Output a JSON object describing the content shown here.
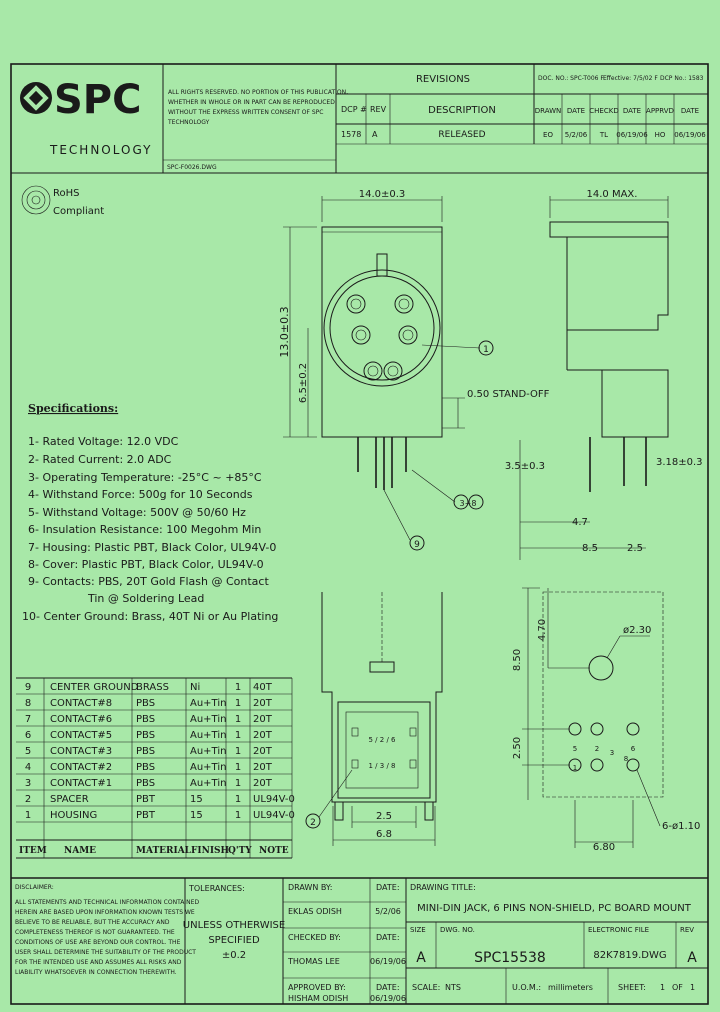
{
  "logo": {
    "brand": "SPC",
    "sub": "TECHNOLOGY"
  },
  "notice": [
    "ALL RIGHTS RESERVED. NO PORTION OF THIS PUBLICATION,",
    "WHETHER IN WHOLE OR IN PART CAN BE REPRODUCED",
    "WITHOUT THE EXPRESS WRITTEN CONSENT OF SPC",
    "TECHNOLOGY"
  ],
  "form_no": "SPC-F0026.DWG",
  "doc_meta": [
    "DOC. NO.: SPC-T006  F",
    "Effective: 7/5/02  F",
    "DCP No.: 1583"
  ],
  "revisions": {
    "title": "REVISIONS",
    "headers": [
      "DCP #",
      "REV",
      "DESCRIPTION",
      "DRAWN",
      "DATE",
      "CHECKD",
      "DATE",
      "APPRVD",
      "DATE"
    ],
    "row": [
      "1578",
      "A",
      "RELEASED",
      "EO",
      "5/2/06",
      "TL",
      "06/19/06",
      "HO",
      "06/19/06"
    ]
  },
  "rohs": {
    "line1": "RoHS",
    "line2": "Compliant"
  },
  "specs": {
    "title": "Specifications:",
    "items": [
      "1- Rated Voltage: 12.0 VDC",
      "2- Rated Current: 2.0 ADC",
      "3- Operating Temperature: -25°C ~ +85°C",
      "4- Withstand Force: 500g for 10 Seconds",
      "5- Withstand Voltage: 500V @ 50/60 Hz",
      "6- Insulation Resistance: 100 Megohm Min",
      "7- Housing: Plastic PBT, Black Color, UL94V-0",
      "8- Cover: Plastic PBT, Black Color, UL94V-0",
      "9- Contacts: PBS, 20T Gold Flash @ Contact",
      "Tin @ Soldering Lead",
      "10- Center Ground: Brass, 40T Ni or Au Plating"
    ]
  },
  "bom": {
    "headers": [
      "ITEM",
      "NAME",
      "MATERIAL",
      "FINISH",
      "Q'TY",
      "NOTE"
    ],
    "rows": [
      [
        "9",
        "CENTER GROUND",
        "BRASS",
        "Ni",
        "1",
        "40T"
      ],
      [
        "8",
        "CONTACT#8",
        "PBS",
        "Au+Tin",
        "1",
        "20T"
      ],
      [
        "7",
        "CONTACT#6",
        "PBS",
        "Au+Tin",
        "1",
        "20T"
      ],
      [
        "6",
        "CONTACT#5",
        "PBS",
        "Au+Tin",
        "1",
        "20T"
      ],
      [
        "5",
        "CONTACT#3",
        "PBS",
        "Au+Tin",
        "1",
        "20T"
      ],
      [
        "4",
        "CONTACT#2",
        "PBS",
        "Au+Tin",
        "1",
        "20T"
      ],
      [
        "3",
        "CONTACT#1",
        "PBS",
        "Au+Tin",
        "1",
        "20T"
      ],
      [
        "2",
        "SPACER",
        "PBT",
        "15",
        "1",
        "UL94V-0"
      ],
      [
        "1",
        "HOUSING",
        "PBT",
        "15",
        "1",
        "UL94V-0"
      ]
    ]
  },
  "dims": {
    "front_width": "14.0±0.3",
    "front_height": "13.0±0.3",
    "front_center": "6.5±0.2",
    "standoff": "0.50 STAND-OFF",
    "side_width": "14.0 MAX.",
    "side_left_h": "3.5±0.3",
    "side_right_h": "3.18±0.3",
    "side_47": "4.7",
    "side_85": "8.5",
    "side_25": "2.5",
    "bottom_25": "2.5",
    "bottom_68": "6.8",
    "pcb_850": "8.50",
    "pcb_470": "4.70",
    "pcb_250": "2.50",
    "pcb_dia": "ø2.30",
    "pcb_holes": "6-ø1.10",
    "pcb_680": "6.80"
  },
  "callouts": [
    "1",
    "3~8",
    "9",
    "2"
  ],
  "pin_labels": [
    "5",
    "2",
    "6",
    "1",
    "3",
    "8"
  ],
  "bottom_pins": [
    "5",
    "2",
    "6",
    "1",
    "3",
    "8"
  ],
  "disclaimer": {
    "title": "DISCLAIMER:",
    "lines": [
      "ALL STATEMENTS AND TECHNICAL INFORMATION CONTAINED",
      "HEREIN ARE BASED UPON INFORMATION KNOWN TESTS WE",
      "BELIEVE TO BE RELIABLE, BUT THE ACCURACY AND",
      "COMPLETENESS THEREOF IS NOT GUARANTEED. THE",
      "CONDITIONS OF USE ARE BEYOND OUR CONTROL. THE",
      "USER SHALL DETERMINE THE SUITABILITY OF THE PRODUCT",
      "FOR THE INTENDED USE AND ASSUMES ALL RISKS AND",
      "LIABILITY WHATSOEVER IN CONNECTION THEREWITH."
    ]
  },
  "tolerances": {
    "title": "TOLERANCES:",
    "lines": [
      "UNLESS OTHERWISE",
      "SPECIFIED",
      "±0.2"
    ]
  },
  "signoff": {
    "drawn_label": "DRAWN BY:",
    "drawn_name": "EKLAS ODISH",
    "date_label": "DATE:",
    "drawn_date": "5/2/06",
    "checked_label": "CHECKED BY:",
    "checked_name": "THOMAS LEE",
    "checked_date": "06/19/06",
    "approved_label": "APPROVED BY:",
    "approved_name": "HISHAM ODISH",
    "approved_date": "06/19/06"
  },
  "title_block": {
    "drawing_title_label": "DRAWING TITLE:",
    "drawing_title": "MINI-DIN JACK, 6 PINS NON-SHIELD, PC BOARD MOUNT",
    "size_label": "SIZE",
    "size": "A",
    "dwg_no_label": "DWG. NO.",
    "dwg_no": "SPC15538",
    "efile_label": "ELECTRONIC FILE",
    "efile": "82K7819.DWG",
    "rev_label": "REV",
    "rev": "A",
    "scale_label": "SCALE:",
    "scale": "NTS",
    "uom_label": "U.O.M.:",
    "uom": "millimeters",
    "sheet_label": "SHEET:",
    "sheet": "1",
    "of_label": "OF",
    "of": "1"
  }
}
